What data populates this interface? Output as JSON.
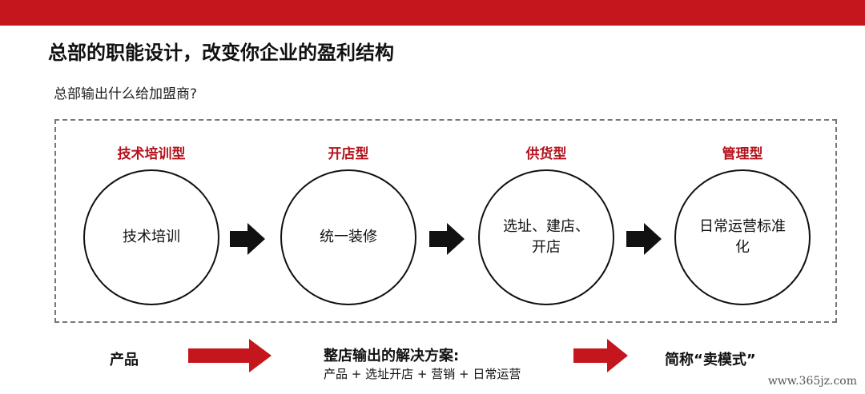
{
  "page": {
    "title": "总部的职能设计，改变你企业的盈利结构",
    "subtitle": "总部输出什么给加盟商?"
  },
  "stages": [
    {
      "label": "技术培训型",
      "text": "技术培训"
    },
    {
      "label": "开店型",
      "text": "统一装修"
    },
    {
      "label": "供货型",
      "text": "选址、建店、开店"
    },
    {
      "label": "管理型",
      "text": "日常运营标准化"
    }
  ],
  "bottom": {
    "left": "产品",
    "middle_title": "整店输出的解决方案:",
    "middle_sub": "产品 + 选址开店 + 营销 + 日常运营",
    "right": "简称“卖模式”"
  },
  "watermark": "www.365jz.com",
  "colors": {
    "accent_red": "#c4161c",
    "label_red": "#b5121b",
    "text": "#111111"
  },
  "icons": {
    "stage_arrow": "arrow-right-icon",
    "flow_arrow": "red-arrow-right-icon"
  }
}
